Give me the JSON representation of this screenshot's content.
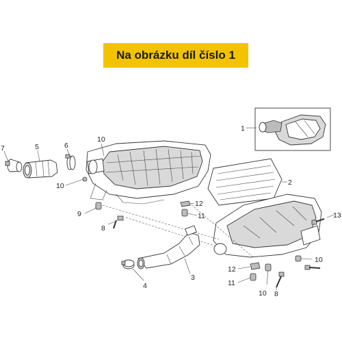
{
  "banner": {
    "text": "Na obrázku díl číslo 1"
  },
  "callouts": {
    "c1": "1",
    "c2": "2",
    "c3": "3",
    "c4": "4",
    "c5": "5",
    "c6": "6",
    "c7": "7",
    "c8a": "8",
    "c8b": "8",
    "c9": "9",
    "c10a": "10",
    "c10b": "10",
    "c10c": "10",
    "c10d": "10",
    "c11a": "11",
    "c11b": "11",
    "c12a": "12",
    "c12b": "12",
    "c13": "13"
  },
  "colors": {
    "banner": "#f3c300",
    "ink": "#333333",
    "highlight_box": "#333333"
  }
}
